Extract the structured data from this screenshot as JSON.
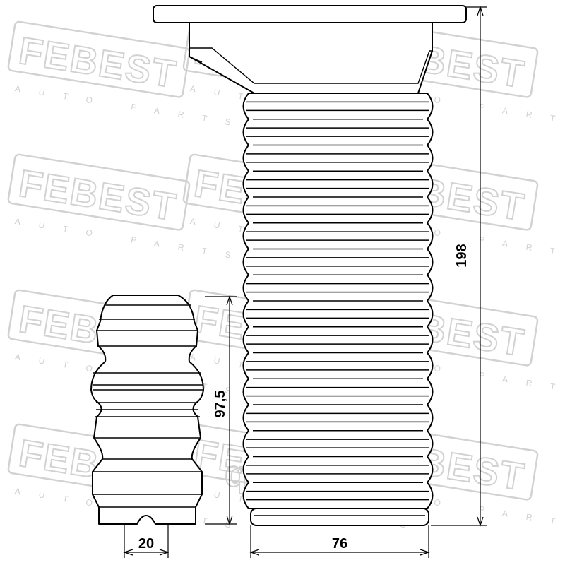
{
  "watermark": {
    "brand": "FEBEST",
    "subtitle": "AUTO PARTS",
    "site_main": "qoqo",
    "site_suffix": ".ru"
  },
  "dimensions": {
    "bumper_height": "97,5",
    "bumper_width": "20",
    "boot_width": "76",
    "boot_height": "198"
  },
  "colors": {
    "line": "#000000",
    "watermark": "#d2d2d2",
    "background": "#ffffff"
  }
}
